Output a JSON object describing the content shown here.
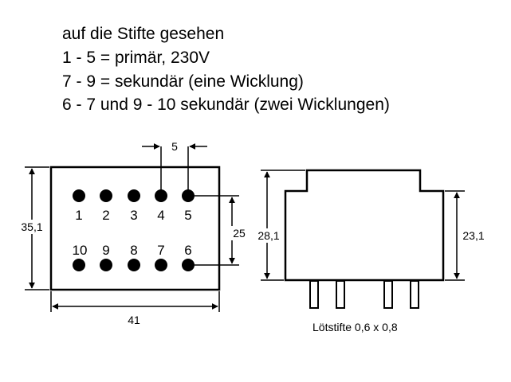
{
  "header": {
    "line1": "auf die Stifte gesehen",
    "line2": "1 - 5 = primär, 230V",
    "line3": "7 - 9 = sekundär (eine Wicklung)",
    "line4": "6 - 7 und 9 - 10 sekundär (zwei Wicklungen)"
  },
  "pin_view": {
    "top_pin_labels": [
      "1",
      "2",
      "3",
      "4",
      "5"
    ],
    "bottom_pin_labels": [
      "10",
      "9",
      "8",
      "7",
      "6"
    ]
  },
  "dimensions": {
    "pin_pitch": "5",
    "body_height": "35,1",
    "row_spacing": "25",
    "body_width": "41",
    "side_total_height": "28,1",
    "side_body_height": "23,1"
  },
  "caption": "Lötstifte 0,6 x 0,8",
  "colors": {
    "line": "#000000",
    "background": "#ffffff"
  }
}
